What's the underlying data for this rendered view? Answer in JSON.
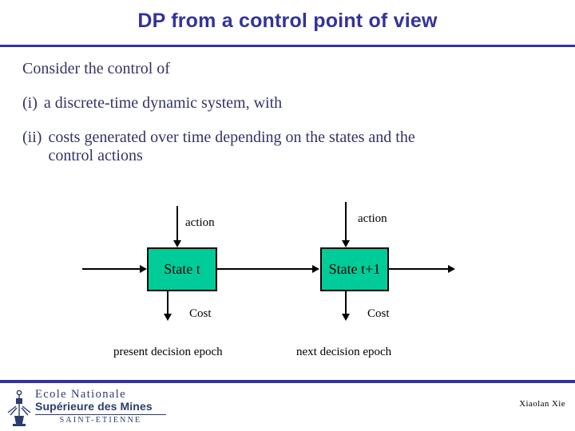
{
  "slide": {
    "title": "DP from a control point of view",
    "accent_color": "#333399",
    "body_text_color": "#333366",
    "box_fill_color": "#00CC99"
  },
  "body": {
    "paragraphs": [
      {
        "marker": "",
        "text": "Consider the control of",
        "continuation": ""
      },
      {
        "marker": "(i)",
        "text": "a discrete-time dynamic system, with",
        "continuation": ""
      },
      {
        "marker": "(ii)",
        "text": "costs generated over time depending on the states and the",
        "continuation": "control actions"
      }
    ]
  },
  "diagram": {
    "boxes": [
      {
        "label": "State t"
      },
      {
        "label": "State t+1"
      }
    ],
    "action_labels": [
      "action",
      "action"
    ],
    "cost_labels": [
      "Cost",
      "Cost"
    ],
    "epoch_labels": [
      "present decision epoch",
      "next decision epoch"
    ]
  },
  "footer": {
    "logo": {
      "line1": "Ecole  Nationale",
      "line2": "Supérieure des Mines",
      "line3": "SAINT-ETIENNE"
    },
    "author": "Xiaolan Xie"
  }
}
